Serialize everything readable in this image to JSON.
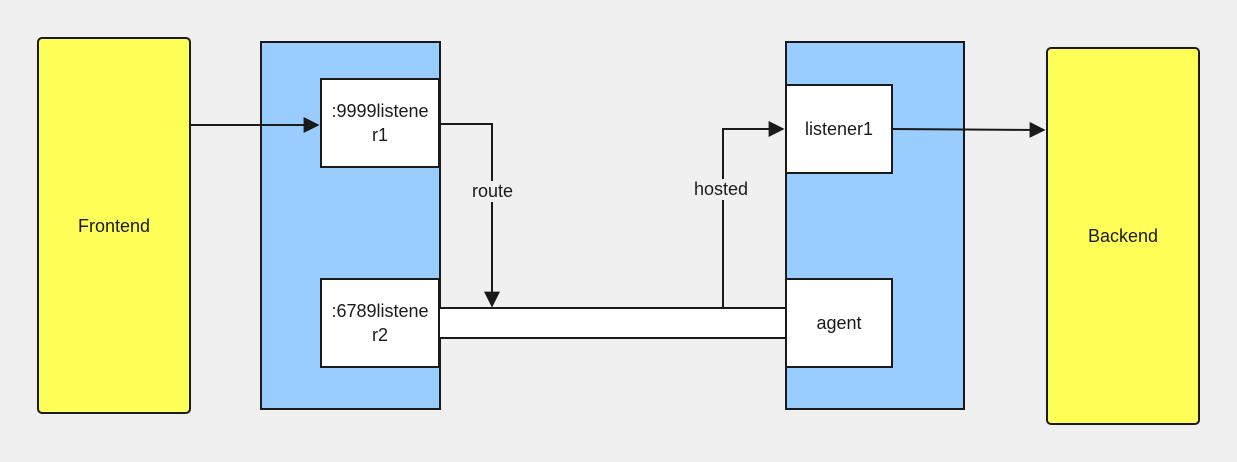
{
  "nodes": {
    "frontend": "Frontend",
    "backend": "Backend",
    "left_top_listener": ":9999listener1",
    "left_bottom_listener": ":6789listener2",
    "right_top_listener": "listener1",
    "right_bottom_agent": "agent"
  },
  "edges": {
    "route_label": "route",
    "hosted_label": "hosted"
  },
  "colors": {
    "endpoint_fill": "#ffff57",
    "container_fill": "#99ccff",
    "box_fill": "#ffffff",
    "stroke": "#1a1a1a",
    "background": "#f0f0f0"
  }
}
